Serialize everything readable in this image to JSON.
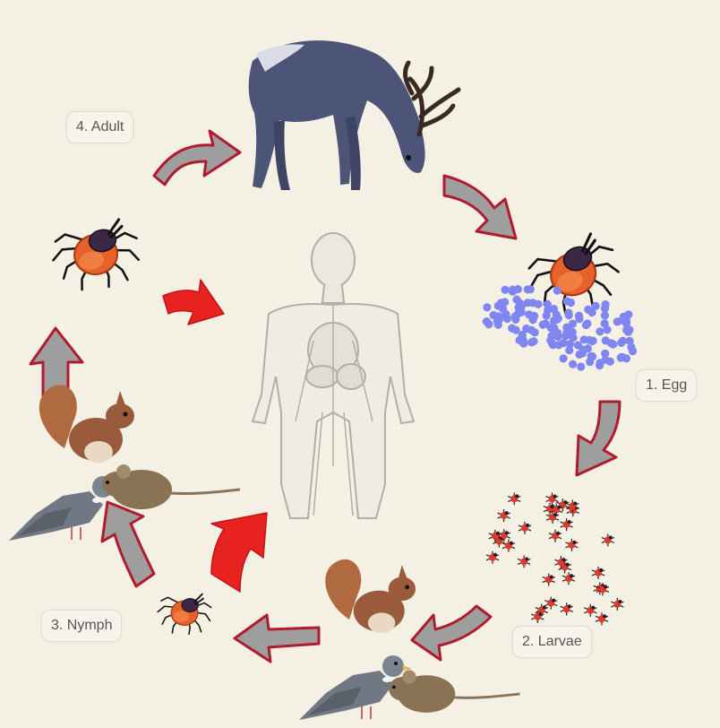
{
  "stages": {
    "egg": "1. Egg",
    "larvae": "2. Larvae",
    "nymph": "3. Nymph",
    "adult": "4. Adult"
  },
  "colors": {
    "background": "#f4f0e4",
    "arrow_fill": "#9e9e9e",
    "arrow_outline": "#b01c2e",
    "infection_arrow": "#e8231f",
    "tick_body": "#e7612b",
    "tick_head": "#3c2845",
    "eggs": "#7f86f0",
    "deer": "#4c5478",
    "squirrel": "#9a5b3c",
    "pigeon": "#707884",
    "mouse": "#8a7255"
  },
  "icons": [
    "deer-icon",
    "tick-icon",
    "eggs-icon",
    "larvae-icon",
    "squirrel-icon",
    "pigeon-icon",
    "mouse-icon",
    "human-body-icon"
  ]
}
